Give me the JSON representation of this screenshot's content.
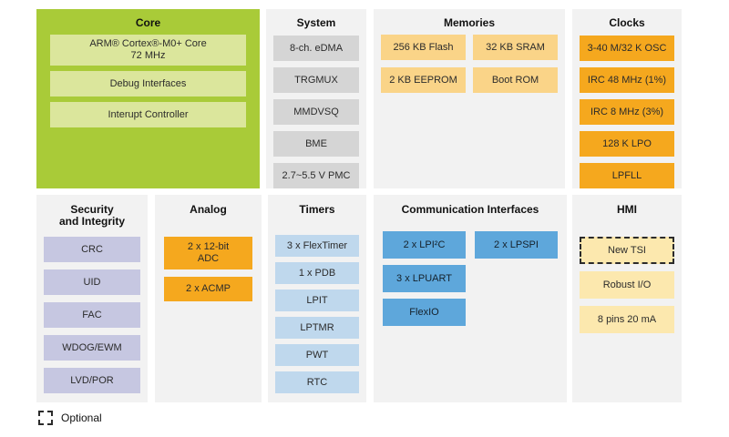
{
  "colors": {
    "core_bg": "#a9cb38",
    "core_block": "#dbe69c",
    "system_block": "#d5d5d5",
    "memories_block": "#fad488",
    "clocks_block": "#f5a81e",
    "security_block": "#c6c7e1",
    "analog_block": "#f5a81e",
    "timers_block": "#bfd8ed",
    "comm_block": "#5ea7db",
    "hmi_block": "#fce8ae",
    "panel_bg": "#f2f2f2"
  },
  "panels": {
    "core": {
      "title": "Core",
      "blocks": [
        "ARM® Cortex®-M0+ Core\n72 MHz",
        "Debug Interfaces",
        "Interupt Controller"
      ]
    },
    "system": {
      "title": "System",
      "blocks": [
        "8-ch. eDMA",
        "TRGMUX",
        "MMDVSQ",
        "BME",
        "2.7~5.5 V PMC"
      ]
    },
    "memories": {
      "title": "Memories",
      "blocks": [
        "256 KB Flash",
        "32 KB SRAM",
        "2 KB EEPROM",
        "Boot ROM"
      ]
    },
    "clocks": {
      "title": "Clocks",
      "blocks": [
        "3-40 M/32 K OSC",
        "IRC 48 MHz (1%)",
        "IRC 8 MHz (3%)",
        "128 K LPO",
        "LPFLL"
      ]
    },
    "security": {
      "title": "Security\nand Integrity",
      "blocks": [
        "CRC",
        "UID",
        "FAC",
        "WDOG/EWM",
        "LVD/POR"
      ]
    },
    "analog": {
      "title": "Analog",
      "blocks": [
        "2 x 12-bit\nADC",
        "2 x ACMP"
      ]
    },
    "timers": {
      "title": "Timers",
      "blocks": [
        "3 x FlexTimer",
        "1 x PDB",
        "LPIT",
        "LPTMR",
        "PWT",
        "RTC"
      ]
    },
    "comm": {
      "title": "Communication Interfaces",
      "blocks": [
        "2 x LPI²C",
        "2 x LPSPI",
        "3 x LPUART",
        "FlexIO"
      ]
    },
    "hmi": {
      "title": "HMI",
      "blocks": [
        "New TSI",
        "Robust I/O",
        "8 pins 20 mA"
      ]
    }
  },
  "legend": {
    "label": "Optional"
  }
}
